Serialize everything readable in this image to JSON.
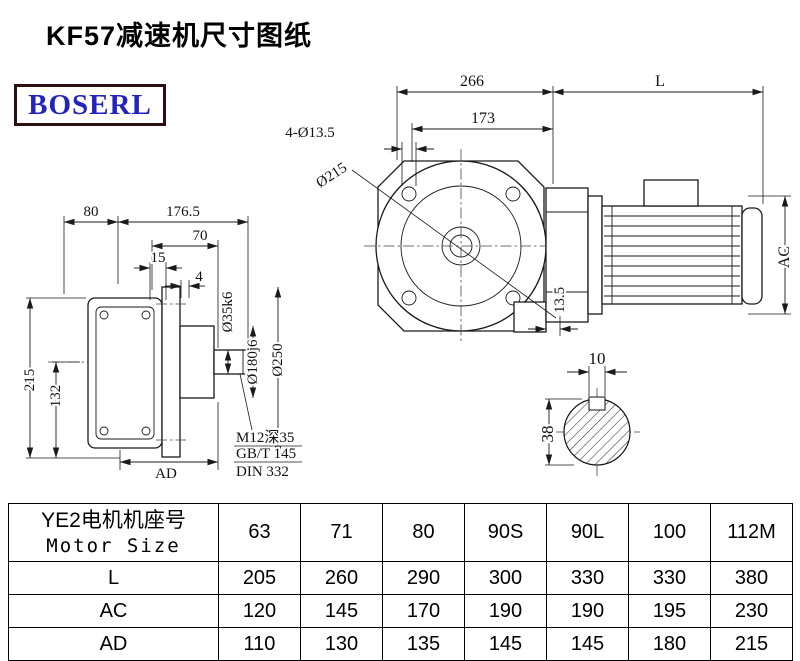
{
  "page": {
    "title": "KF57减速机尺寸图纸",
    "brand": "BOSERL"
  },
  "side_view": {
    "dim_80": "80",
    "dim_176_5": "176.5",
    "dim_70": "70",
    "dim_15": "15",
    "dim_4": "4",
    "dim_215": "215",
    "dim_132": "132",
    "dim_ad": "AD",
    "dia_shaft": "Ø35k6",
    "dia_spigot": "Ø180j6",
    "dia_flange": "Ø250",
    "note_tap": "M12深35",
    "note_std1": "GB/T 145",
    "note_std2": "DIN 332"
  },
  "front_view": {
    "dim_266": "266",
    "dim_l": "L",
    "dim_173": "173",
    "holes": "4-Ø13.5",
    "dia_bolt_circle": "Ø215",
    "dim_ac": "AC",
    "dim_13_5": "13.5"
  },
  "shaft_section": {
    "dim_10": "10",
    "dim_38": "38"
  },
  "table": {
    "header_cn": "YE2电机机座号",
    "header_en": "Motor Size",
    "columns": [
      "63",
      "71",
      "80",
      "90S",
      "90L",
      "100",
      "112M"
    ],
    "rows": [
      {
        "label": "L",
        "values": [
          "205",
          "260",
          "290",
          "300",
          "330",
          "330",
          "380"
        ]
      },
      {
        "label": "AC",
        "values": [
          "120",
          "145",
          "170",
          "190",
          "190",
          "195",
          "230"
        ]
      },
      {
        "label": "AD",
        "values": [
          "110",
          "130",
          "135",
          "145",
          "145",
          "180",
          "215"
        ]
      }
    ]
  }
}
